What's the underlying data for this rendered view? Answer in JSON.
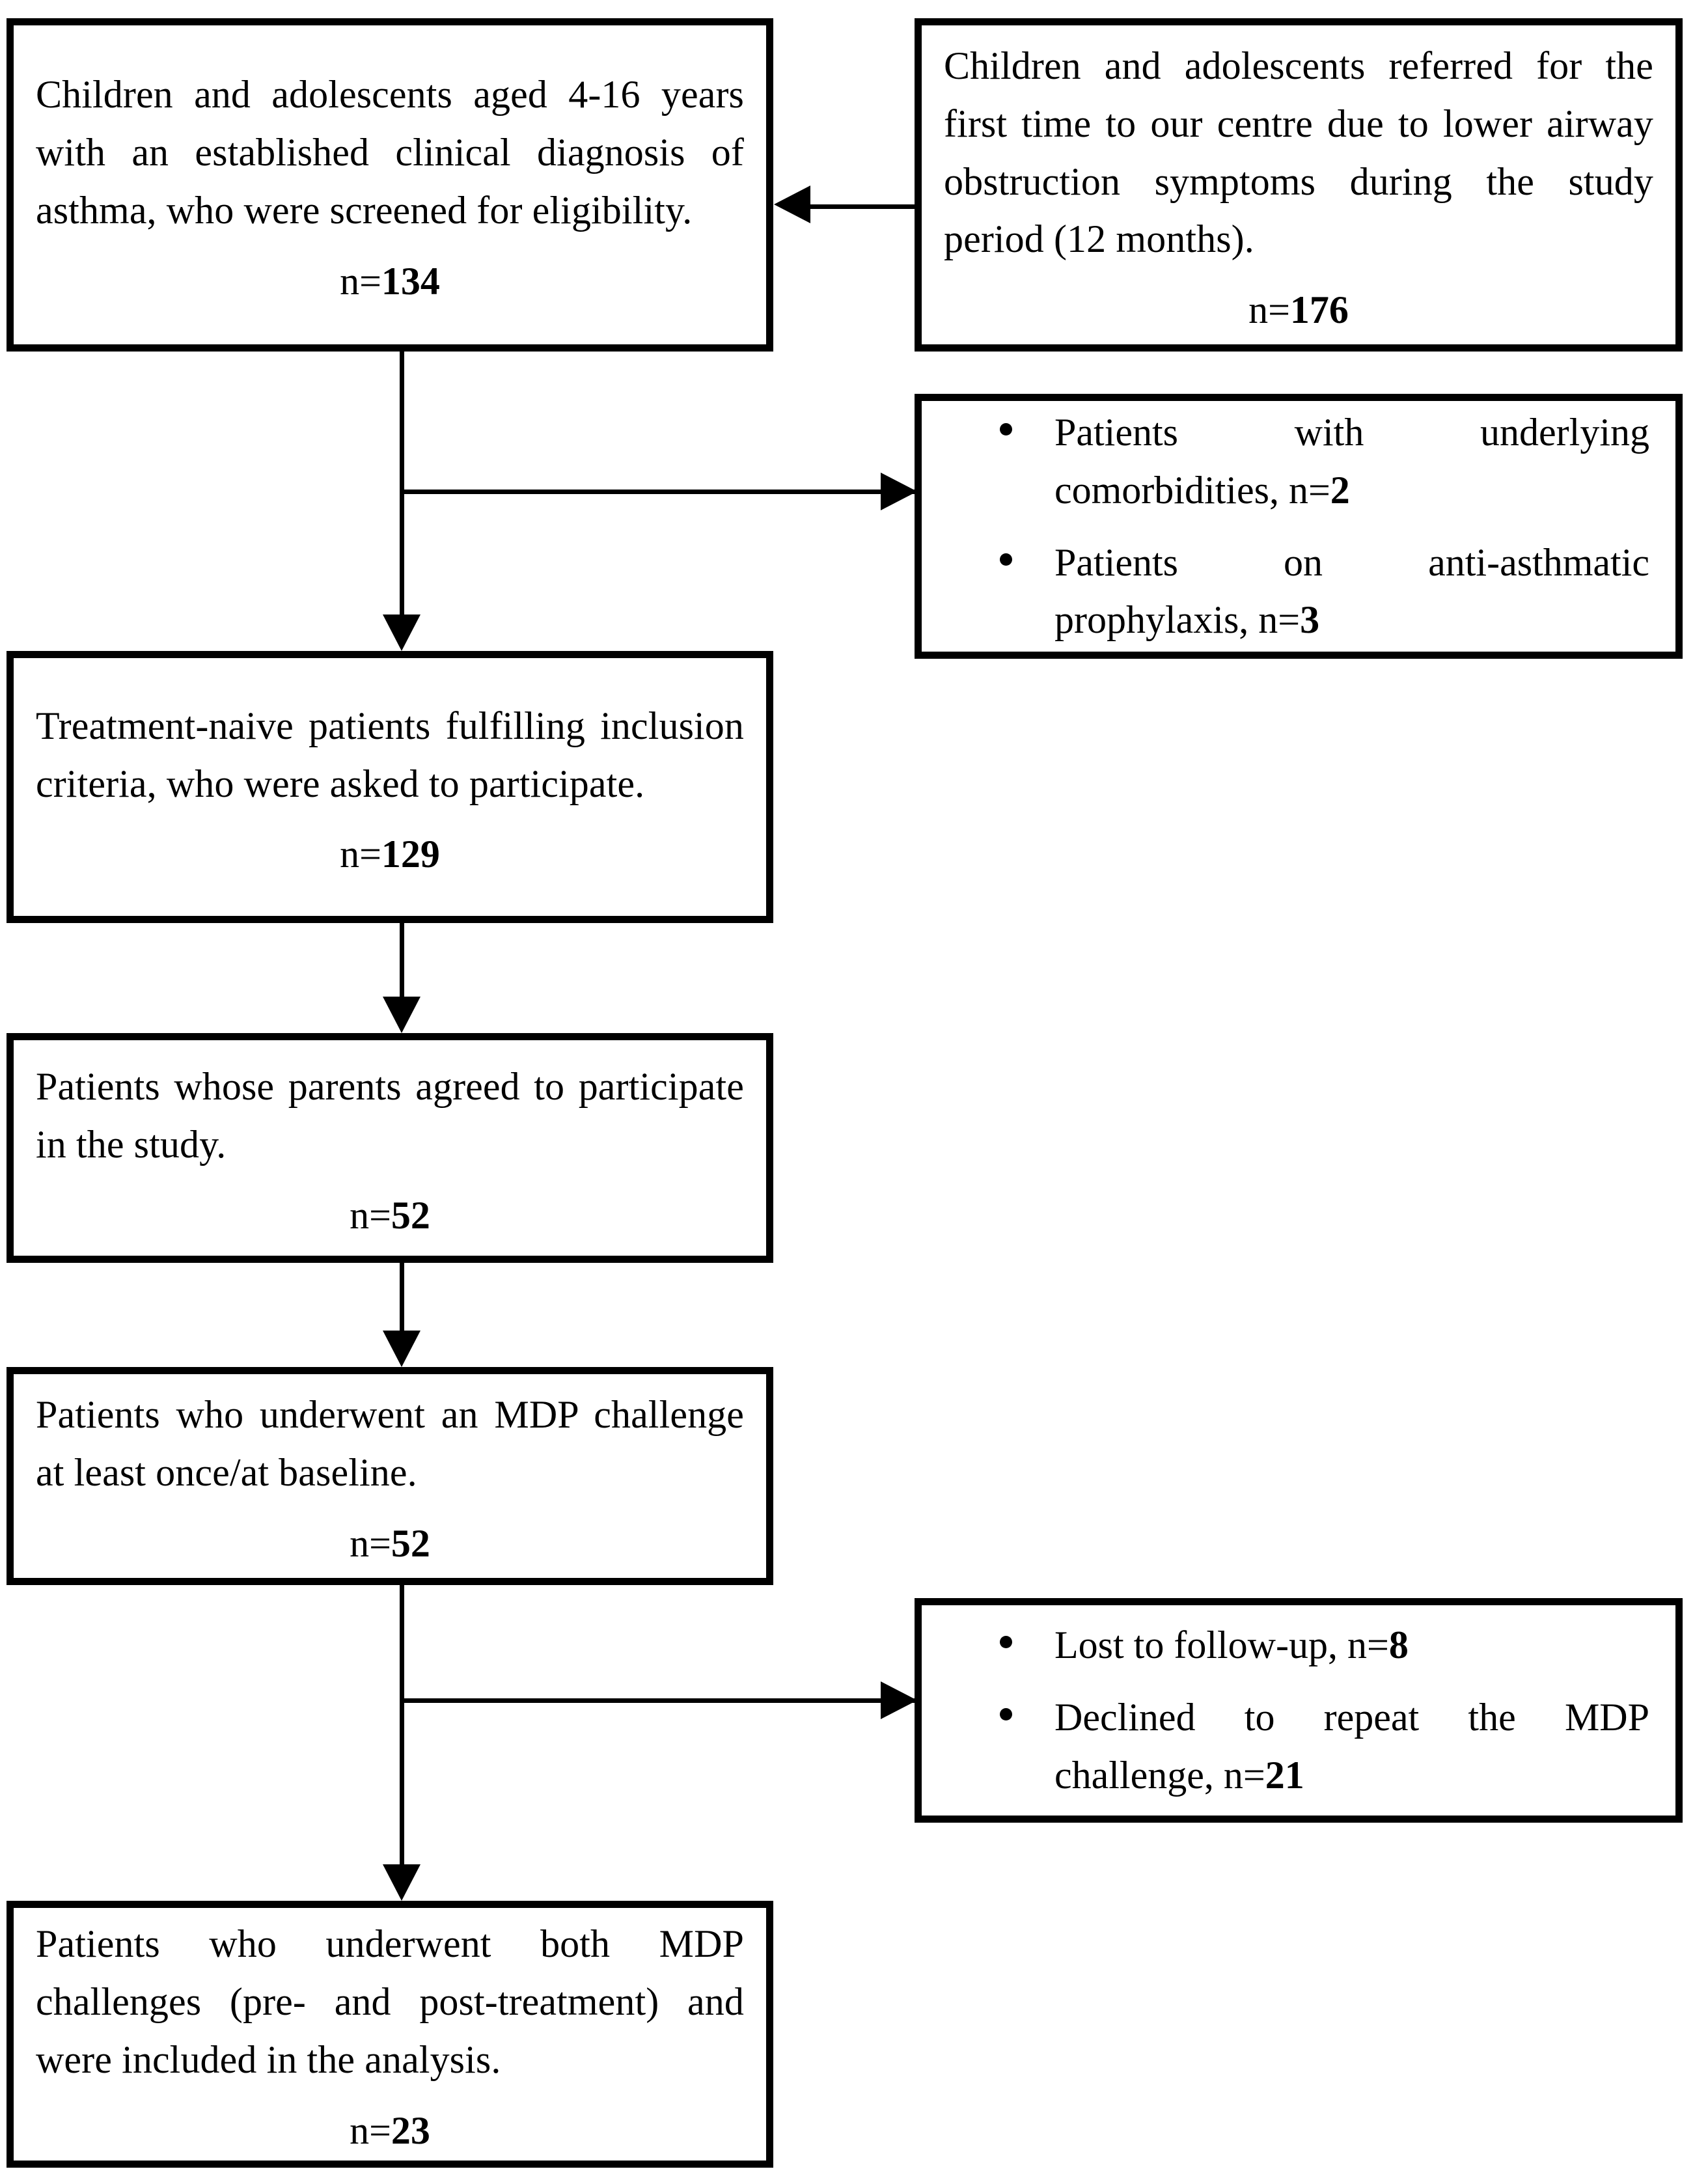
{
  "diagram": {
    "type": "patient-flow-chart",
    "nodes": {
      "screened": {
        "text": "Children and adolescents aged 4-16 years with an established clinical diagnosis of asthma, who were screened for eligibility.",
        "count_label": "n=",
        "count_value": "134"
      },
      "referred": {
        "text": "Children and adolescents referred for the first time to our centre due to lower airway obstruction symptoms during the study period (12 months).",
        "count_label": "n=",
        "count_value": "176"
      },
      "excluded_early": {
        "items": [
          {
            "text": "Patients with underlying comorbidities, n=",
            "count_value": "2"
          },
          {
            "text": "Patients on anti-asthmatic prophylaxis, n=",
            "count_value": "3"
          }
        ]
      },
      "treatment_naive": {
        "text": "Treatment-naive patients fulfilling inclusion criteria, who were asked to participate.",
        "count_label": "n=",
        "count_value": "129"
      },
      "parents_agreed": {
        "text": "Patients whose parents agreed to participate in the study.",
        "count_label": "n=",
        "count_value": "52"
      },
      "mdp_once": {
        "text": "Patients who underwent an MDP challenge at least once/at baseline.",
        "count_label": "n=",
        "count_value": "52"
      },
      "excluded_late": {
        "items": [
          {
            "text": "Lost to follow-up, n=",
            "count_value": "8"
          },
          {
            "text": "Declined to repeat the MDP challenge, n=",
            "count_value": "21"
          }
        ]
      },
      "analysed": {
        "text": "Patients who underwent both MDP challenges (pre- and post-treatment) and were included in the analysis.",
        "count_label": "n=",
        "count_value": "23"
      }
    },
    "colors": {
      "stroke": "#000000",
      "fill": "#ffffff",
      "text": "#000000"
    }
  }
}
